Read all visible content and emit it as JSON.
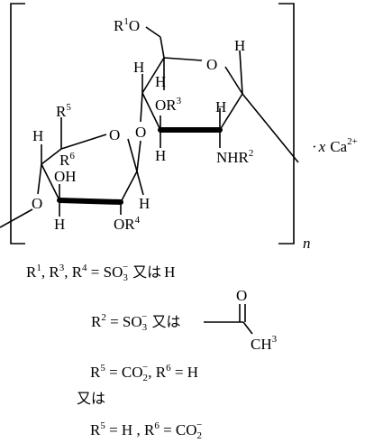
{
  "structure": {
    "upper_ring": {
      "r1o": "R",
      "r1o_sup": "1",
      "r1o_tail": "O",
      "ring_o": "O",
      "h_top_right": "H",
      "h_top_left": "H",
      "or3": "OR",
      "or3_sup": "3",
      "h_mid": "H",
      "h_bottom_left": "H",
      "h_bottom_mid": "H",
      "nhr2": "NHR",
      "nhr2_sup": "2"
    },
    "lower_ring": {
      "r5": "R",
      "r5_sup": "5",
      "ring_o": "O",
      "link_o": "O",
      "h_left": "H",
      "r6": "R",
      "r6_sup": "6",
      "oh": "OH",
      "h_right": "H",
      "left_o": "O",
      "h_bottom_left": "H",
      "or4": "OR",
      "or4_sup": "4"
    },
    "bracket_subscript": "n",
    "counterion": {
      "dot": "·",
      "x": "x",
      "ca": "Ca",
      "charge": "2+"
    }
  },
  "legend": {
    "line1": {
      "r1": "R",
      "r1_sup": "1",
      "sep1": ", ",
      "r3": "R",
      "r3_sup": "3",
      "sep2": ", ",
      "r4": "R",
      "r4_sup": "4",
      "eq": " = SO",
      "eq_sub": "3",
      "eq_sup": "−",
      "or_text": " 又は",
      "h": "H"
    },
    "line2": {
      "r2": "R",
      "r2_sup": "2",
      "eq": " = SO",
      "eq_sub": "3",
      "eq_sup": "−",
      "or_text": " 又は",
      "acyl_o": "O",
      "acyl_ch": "CH",
      "acyl_sub": "3"
    },
    "line3": {
      "r5": "R",
      "r5_sup": "5",
      "eq": " = CO",
      "eq_sub": "2",
      "eq_sup": "−",
      "sep": ",  ",
      "r6": "R",
      "r6_sup": "6",
      "eq2": " = H"
    },
    "line4": {
      "or_text": "又は"
    },
    "line5": {
      "r5": "R",
      "r5_sup": "5",
      "eq": " = H ,  ",
      "r6": "R",
      "r6_sup": "6",
      "eq2": " = CO",
      "eq2_sub": "2",
      "eq2_sup": "−"
    }
  }
}
